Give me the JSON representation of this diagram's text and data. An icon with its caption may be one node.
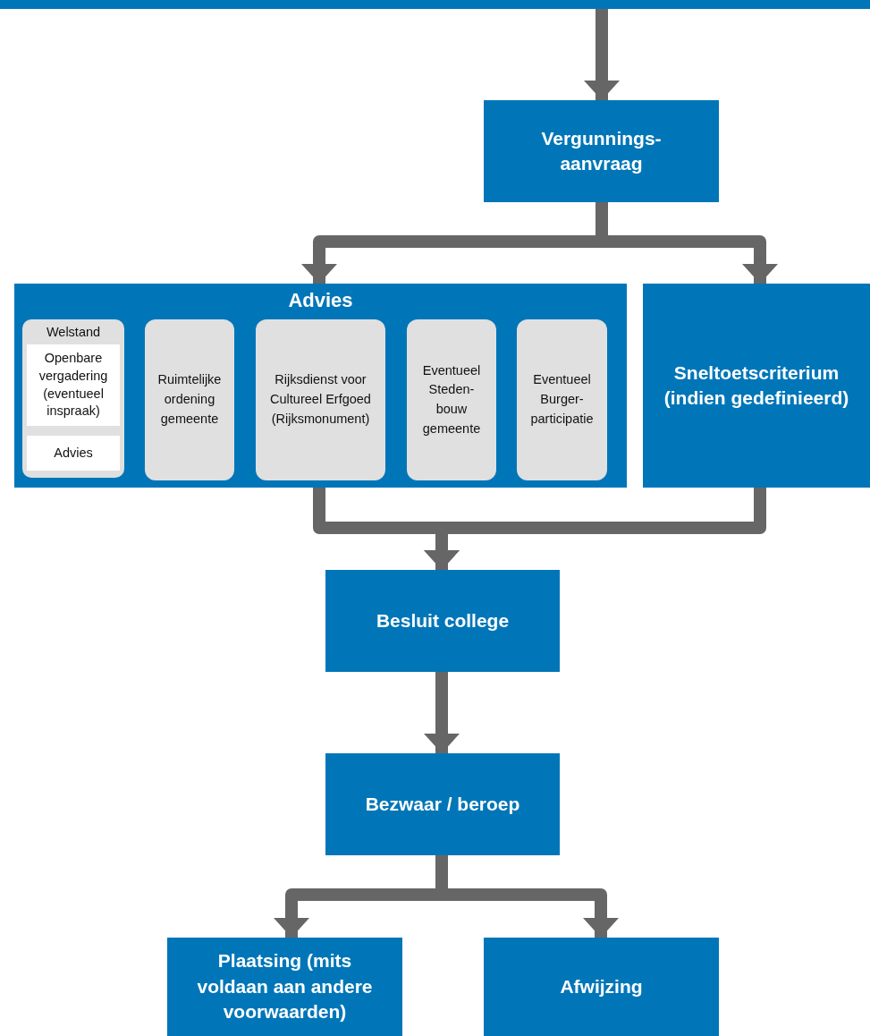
{
  "diagram": {
    "nodes": [
      {
        "text": [],
        "shape": "bar"
      },
      {
        "text": [
          "Vergunnings- aanvraag"
        ]
      },
      {
        "text": [
          "Advies"
        ]
      },
      {
        "text": [
          "Welstand"
        ],
        "in": 2
      },
      {
        "text": [
          "Openbare vergadering (eventueel inspraak)"
        ],
        "in": 3
      },
      {
        "text": [
          "Advies"
        ],
        "in": 3
      },
      {
        "text": [
          "Ruimtelijke ordening gemeente"
        ],
        "in": 2
      },
      {
        "text": [
          "Rijksdienst voor Cultureel Erfgoed (Rijksmonument)"
        ],
        "in": 2
      },
      {
        "text": [
          "Eventueel Steden- bouw gemeente"
        ],
        "in": 2
      },
      {
        "text": [
          "Eventueel Burger- participatie"
        ],
        "in": 2
      },
      {
        "text": [
          "Sneltoetscriterium (indien gedefinieerd)"
        ]
      },
      {
        "text": [
          "Besluit college"
        ]
      },
      {
        "text": [
          "Bezwaar / beroep"
        ]
      },
      {
        "text": [
          "Plaatsing (mits voldaan aan andere voorwaarden)"
        ]
      },
      {
        "text": [
          "Afwijzing"
        ]
      }
    ],
    "edges": [
      {
        "from": 0,
        "to": 1,
        "arrow": "to"
      },
      {
        "from": 1,
        "to": 2,
        "arrow": "to"
      },
      {
        "from": 1,
        "to": 10,
        "arrow": "to"
      },
      {
        "from": 2,
        "to": 11,
        "arrow": "to"
      },
      {
        "from": 10,
        "to": 11,
        "arrow": "to"
      },
      {
        "from": 11,
        "to": 12,
        "arrow": "to"
      },
      {
        "from": 12,
        "to": 13,
        "arrow": "to"
      },
      {
        "from": 12,
        "to": 14,
        "arrow": "to"
      }
    ]
  }
}
